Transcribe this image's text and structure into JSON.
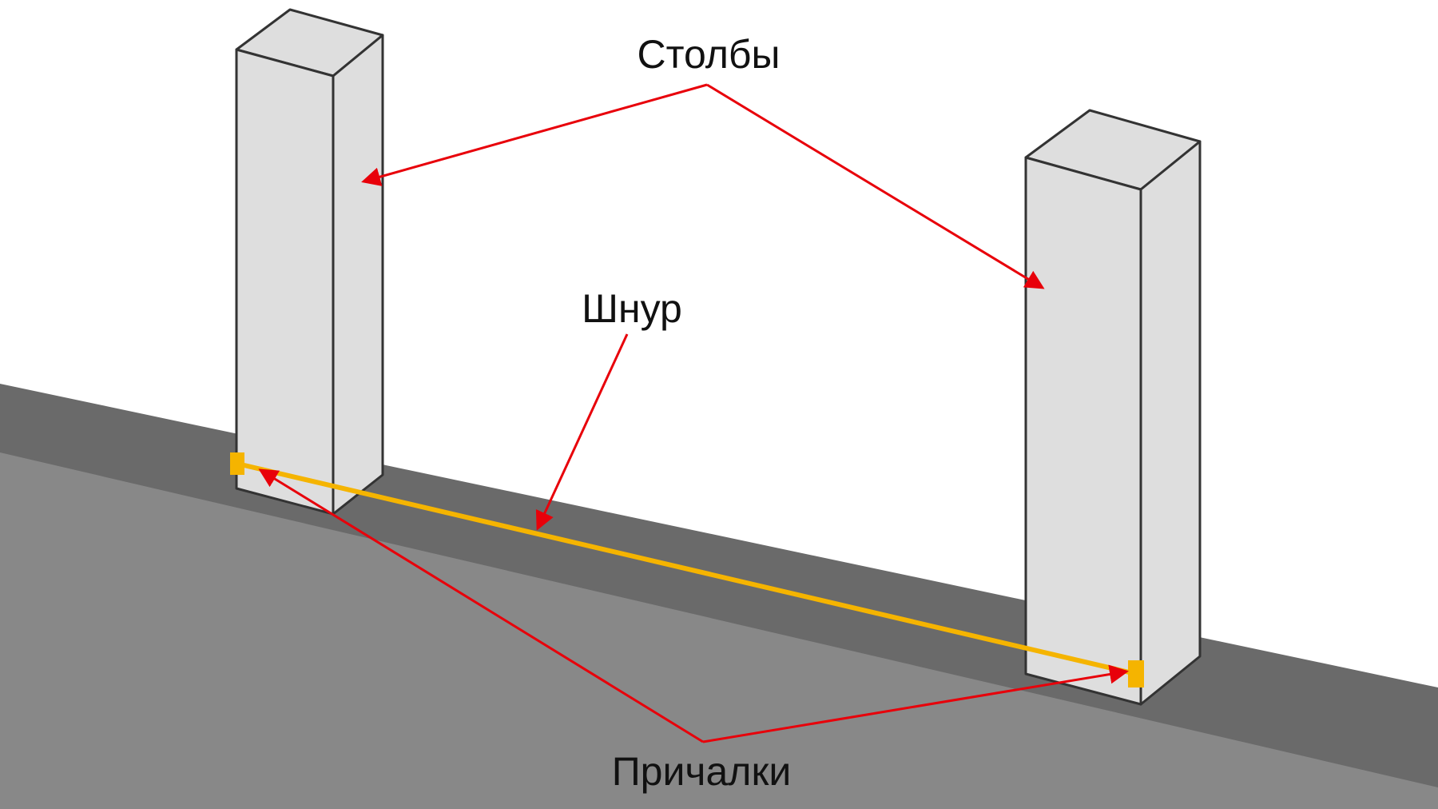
{
  "labels": {
    "posts": "Столбы",
    "cord": "Шнур",
    "moorings": "Причалки"
  },
  "colors": {
    "ground_dark": "#6a6a6a",
    "ground_light": "#888888",
    "post_face": "#dedede",
    "post_edge": "#333333",
    "cord": "#f5b400",
    "arrow": "#e8000a"
  }
}
